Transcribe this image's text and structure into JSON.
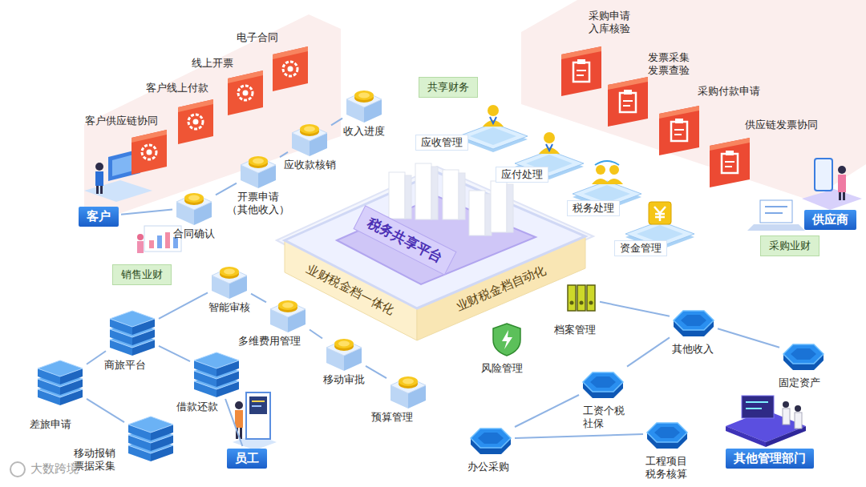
{
  "diagram": {
    "nodes": [
      {
        "text": [
          "电子合同"
        ]
      },
      {
        "text": [
          "线上开票"
        ]
      },
      {
        "text": [
          "客户线上付款"
        ]
      },
      {
        "text": [
          "客户供应链协同"
        ]
      },
      {
        "text": [
          "客户"
        ]
      },
      {
        "text": [
          "合同确认"
        ]
      },
      {
        "text": [
          "开票申请（其他收入）"
        ]
      },
      {
        "text": [
          "应收款核销"
        ]
      },
      {
        "text": [
          "收入进度"
        ]
      },
      {
        "text": [
          "共享财务"
        ]
      },
      {
        "text": [
          "应收管理"
        ]
      },
      {
        "text": [
          "应付处理"
        ]
      },
      {
        "text": [
          "税务处理"
        ]
      },
      {
        "text": [
          "资金管理"
        ]
      },
      {
        "text": [
          "采购申请 入库核验"
        ]
      },
      {
        "text": [
          "发票采集 发票查验"
        ]
      },
      {
        "text": [
          "采购付款申请"
        ]
      },
      {
        "text": [
          "供应链发票协同"
        ]
      },
      {
        "text": [
          "供应商"
        ]
      },
      {
        "text": [
          "采购业财"
        ]
      },
      {
        "text": [
          "税务共享平台"
        ]
      },
      {
        "text": [
          "业财税金档一体化"
        ]
      },
      {
        "text": [
          "业财税金档自动化"
        ]
      },
      {
        "text": [
          "销售业财"
        ]
      },
      {
        "text": [
          "智能审核"
        ]
      },
      {
        "text": [
          "多维费用管理"
        ]
      },
      {
        "text": [
          "移动审批"
        ]
      },
      {
        "text": [
          "预算管理"
        ]
      },
      {
        "text": [
          "商旅平台"
        ]
      },
      {
        "text": [
          "借款还款"
        ]
      },
      {
        "text": [
          "差旅申请"
        ]
      },
      {
        "text": [
          "移动报销 票据采集"
        ]
      },
      {
        "text": [
          "员工"
        ]
      },
      {
        "text": [
          "档案管理"
        ]
      },
      {
        "text": [
          "风险管理"
        ]
      },
      {
        "text": [
          "其他收入"
        ]
      },
      {
        "text": [
          "固定资产"
        ]
      },
      {
        "text": [
          "工资个税 社保"
        ]
      },
      {
        "text": [
          "办公采购"
        ]
      },
      {
        "text": [
          "工程项目 税务核算"
        ]
      },
      {
        "text": [
          "其他管理部门"
        ]
      }
    ],
    "edges": [
      {
        "from": 4,
        "to": 5,
        "arrow": "none"
      },
      {
        "from": 5,
        "to": 6,
        "arrow": "none"
      },
      {
        "from": 6,
        "to": 7,
        "arrow": "none"
      },
      {
        "from": 7,
        "to": 8,
        "arrow": "none"
      },
      {
        "from": 24,
        "to": 25,
        "arrow": "none"
      },
      {
        "from": 25,
        "to": 26,
        "arrow": "none"
      },
      {
        "from": 26,
        "to": 27,
        "arrow": "none"
      },
      {
        "from": 30,
        "to": 28,
        "arrow": "none"
      },
      {
        "from": 28,
        "to": 24,
        "arrow": "none"
      },
      {
        "from": 28,
        "to": 29,
        "arrow": "none"
      },
      {
        "from": 29,
        "to": 32,
        "arrow": "none"
      },
      {
        "from": 30,
        "to": 31,
        "arrow": "none"
      },
      {
        "from": 37,
        "to": 35,
        "arrow": "none"
      },
      {
        "from": 35,
        "to": 36,
        "arrow": "none"
      },
      {
        "from": 38,
        "to": 37,
        "arrow": "none"
      },
      {
        "from": 38,
        "to": 39,
        "arrow": "none"
      },
      {
        "from": 33,
        "to": 35,
        "arrow": "none"
      }
    ],
    "labels": [
      "大数跨境"
    ]
  }
}
